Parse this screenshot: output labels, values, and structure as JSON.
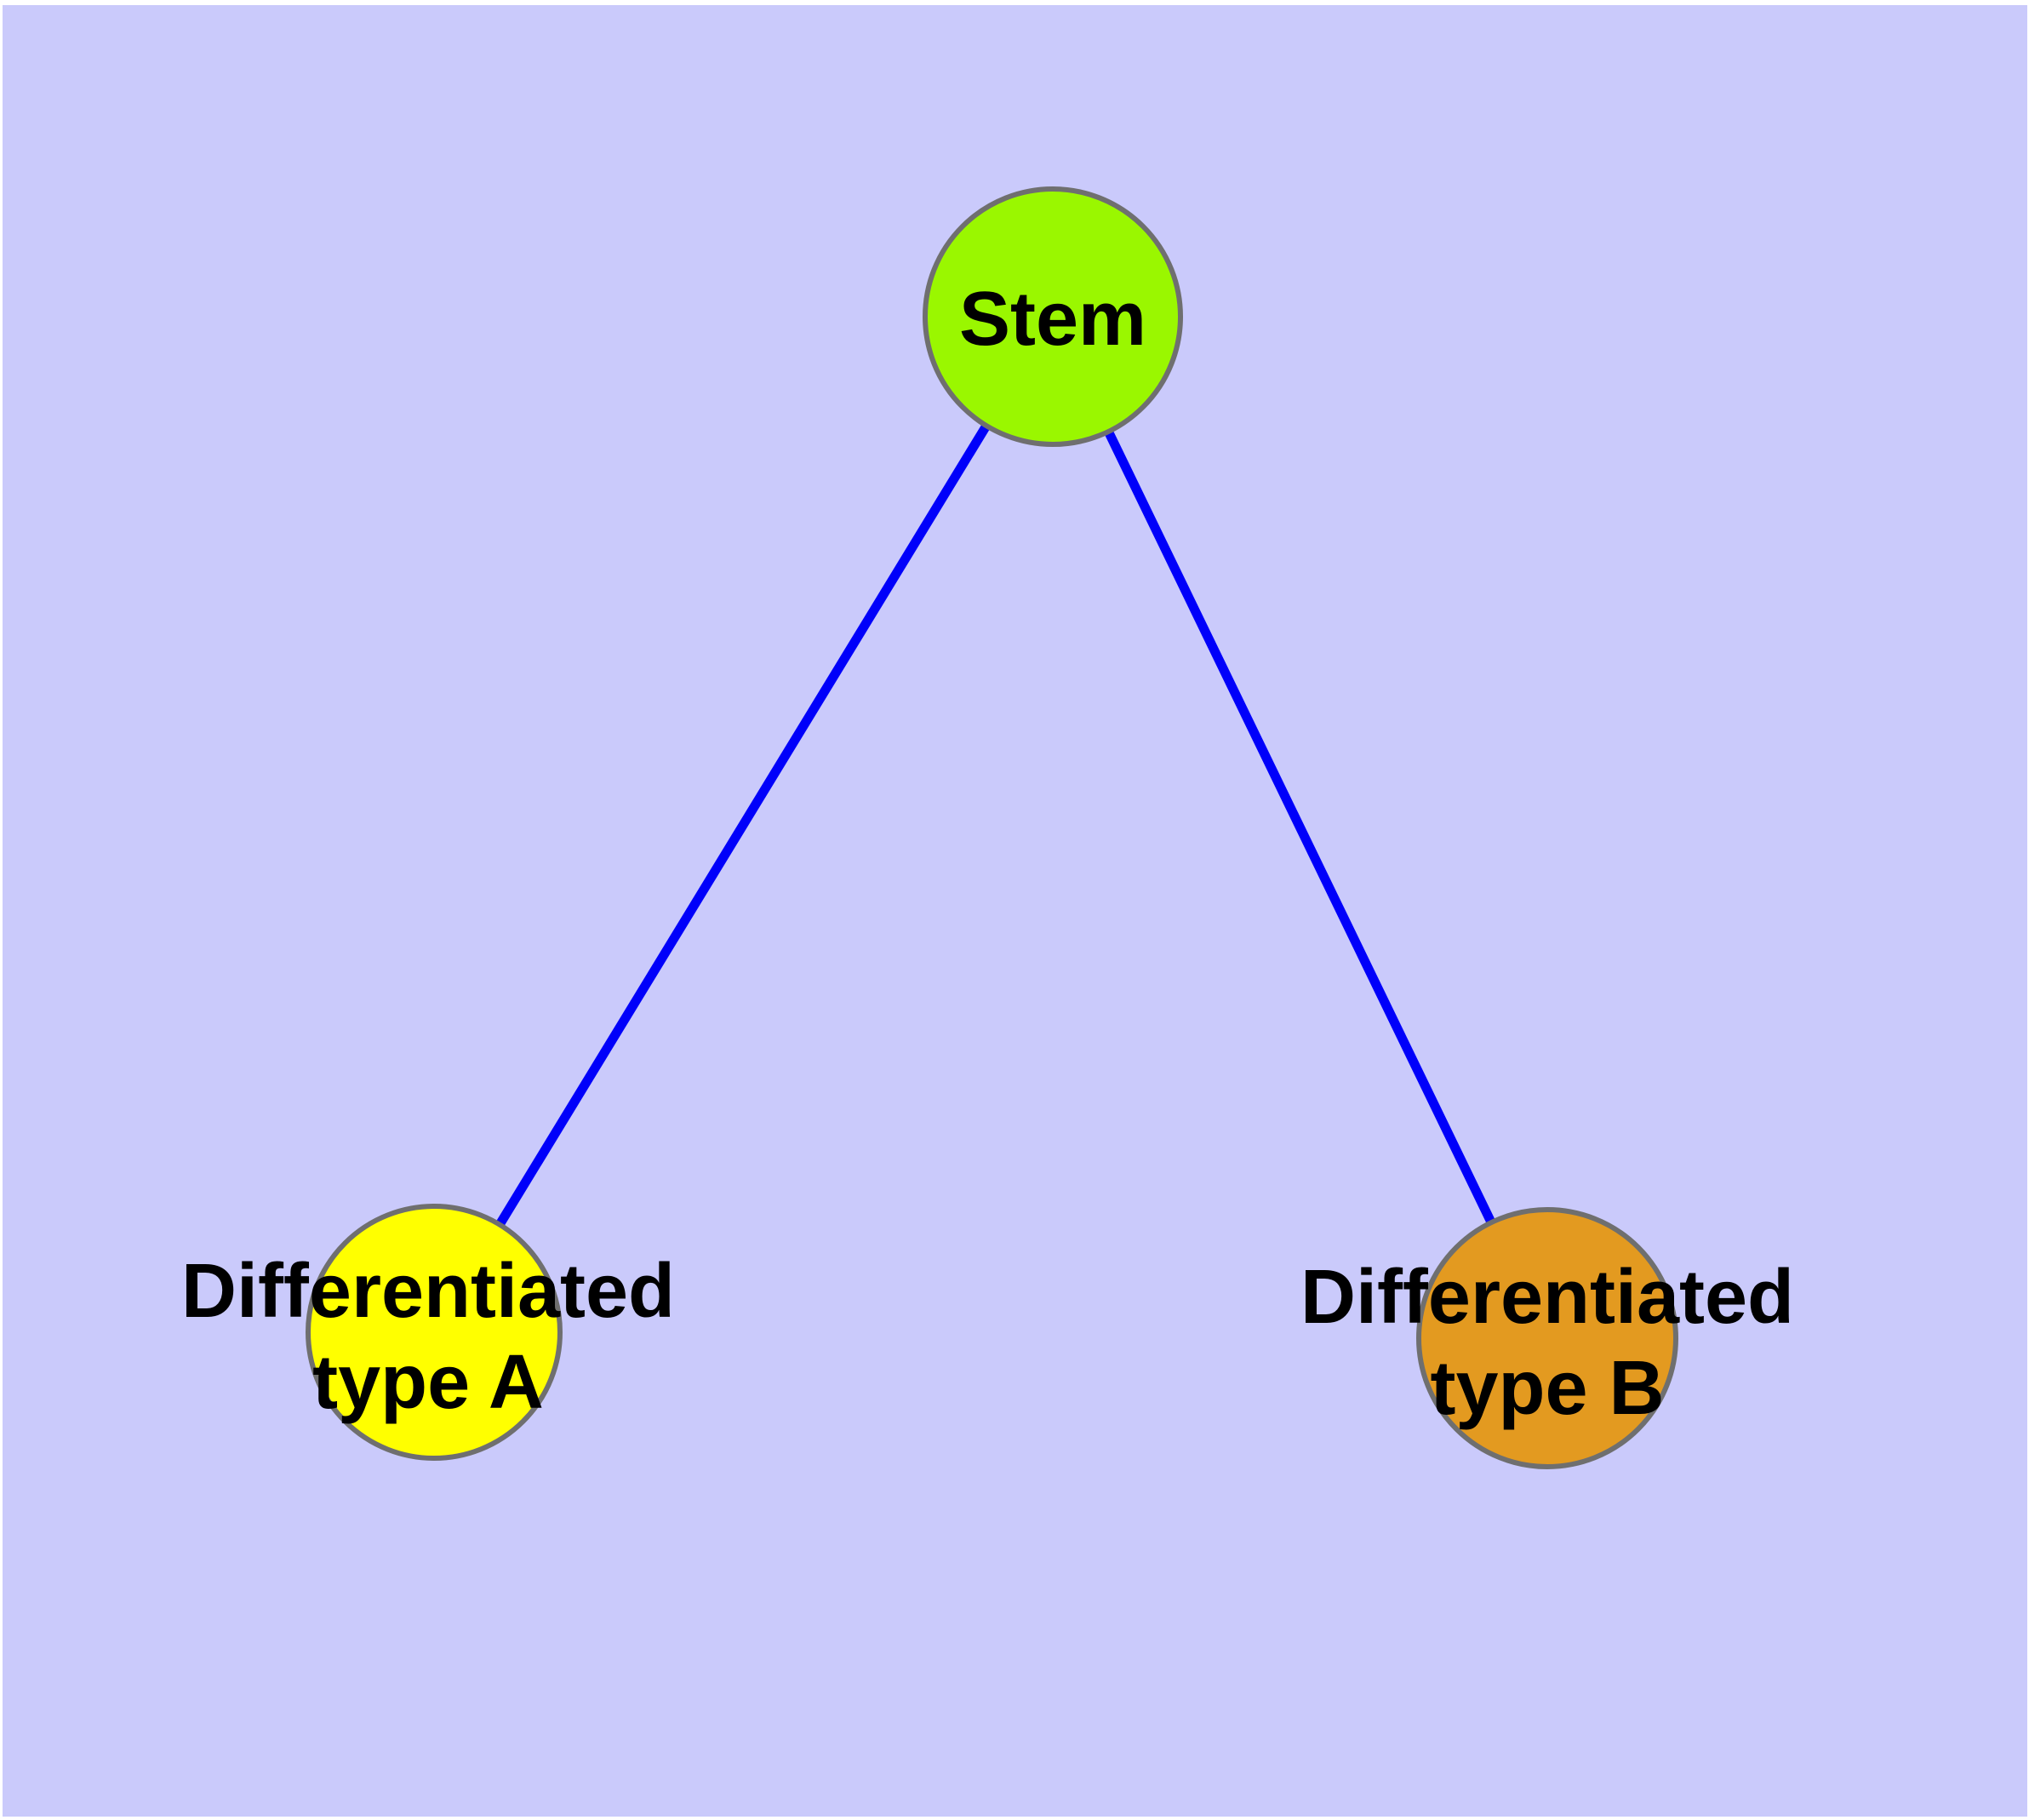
{
  "diagram": {
    "description": "Cell differentiation graph: a stem cell node connected to two differentiated cell type nodes",
    "background_color": "#cacafb",
    "edge_color": "#0000fa",
    "node_border_color": "#6f6f6f",
    "label_color": "#000000",
    "nodes": [
      {
        "id": "stem",
        "label": "Stem",
        "color": "#9af700"
      },
      {
        "id": "differentiated-type-a",
        "label_line1": "Differentiated",
        "label_line2": "type A",
        "color": "#ffff00"
      },
      {
        "id": "differentiated-type-b",
        "label_line1": "Differentiated",
        "label_line2": "type B",
        "color": "#e39a20"
      }
    ],
    "edges": [
      {
        "from": "stem",
        "to": "differentiated-type-a"
      },
      {
        "from": "stem",
        "to": "differentiated-type-b"
      }
    ]
  }
}
